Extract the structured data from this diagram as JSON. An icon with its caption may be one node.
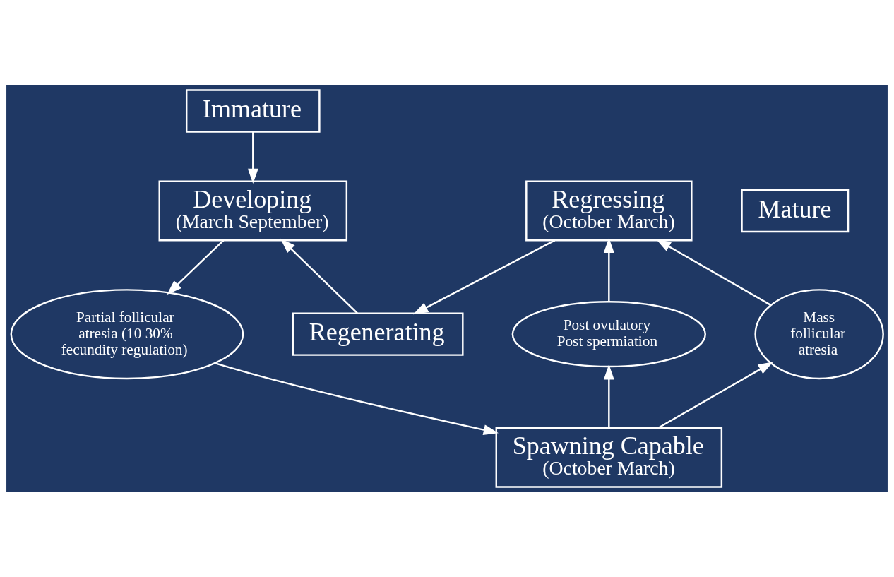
{
  "diagram": {
    "nodes": [
      {
        "text": [
          "Immature"
        ]
      },
      {
        "text": [
          "Regenerating"
        ]
      },
      {
        "text": [
          "Regressing",
          "(October March)"
        ]
      },
      {
        "text": [
          "Mature"
        ]
      },
      {
        "text": [
          "Developing",
          "(March September)"
        ]
      },
      {
        "text": [
          "Post ovulatory Post spermiation"
        ]
      },
      {
        "text": [
          "Mass follicular atresia"
        ]
      },
      {
        "text": [
          "Partial follicular atresia (10 30% fecundity regulation)"
        ]
      },
      {
        "text": [
          "Spawning Capable",
          "(October March)"
        ]
      }
    ],
    "edges": [
      {
        "from": 0,
        "to": 4,
        "arrow": "to"
      },
      {
        "from": 1,
        "to": 4,
        "arrow": "to"
      },
      {
        "from": 2,
        "to": 1,
        "arrow": "to"
      },
      {
        "from": 4,
        "to": 7,
        "arrow": "to"
      },
      {
        "from": 7,
        "to": 8,
        "arrow": "to"
      },
      {
        "from": 8,
        "to": 5,
        "arrow": "to"
      },
      {
        "from": 8,
        "to": 6,
        "arrow": "to"
      },
      {
        "from": 5,
        "to": 2,
        "arrow": "to"
      },
      {
        "from": 6,
        "to": 2,
        "arrow": "to"
      }
    ]
  }
}
